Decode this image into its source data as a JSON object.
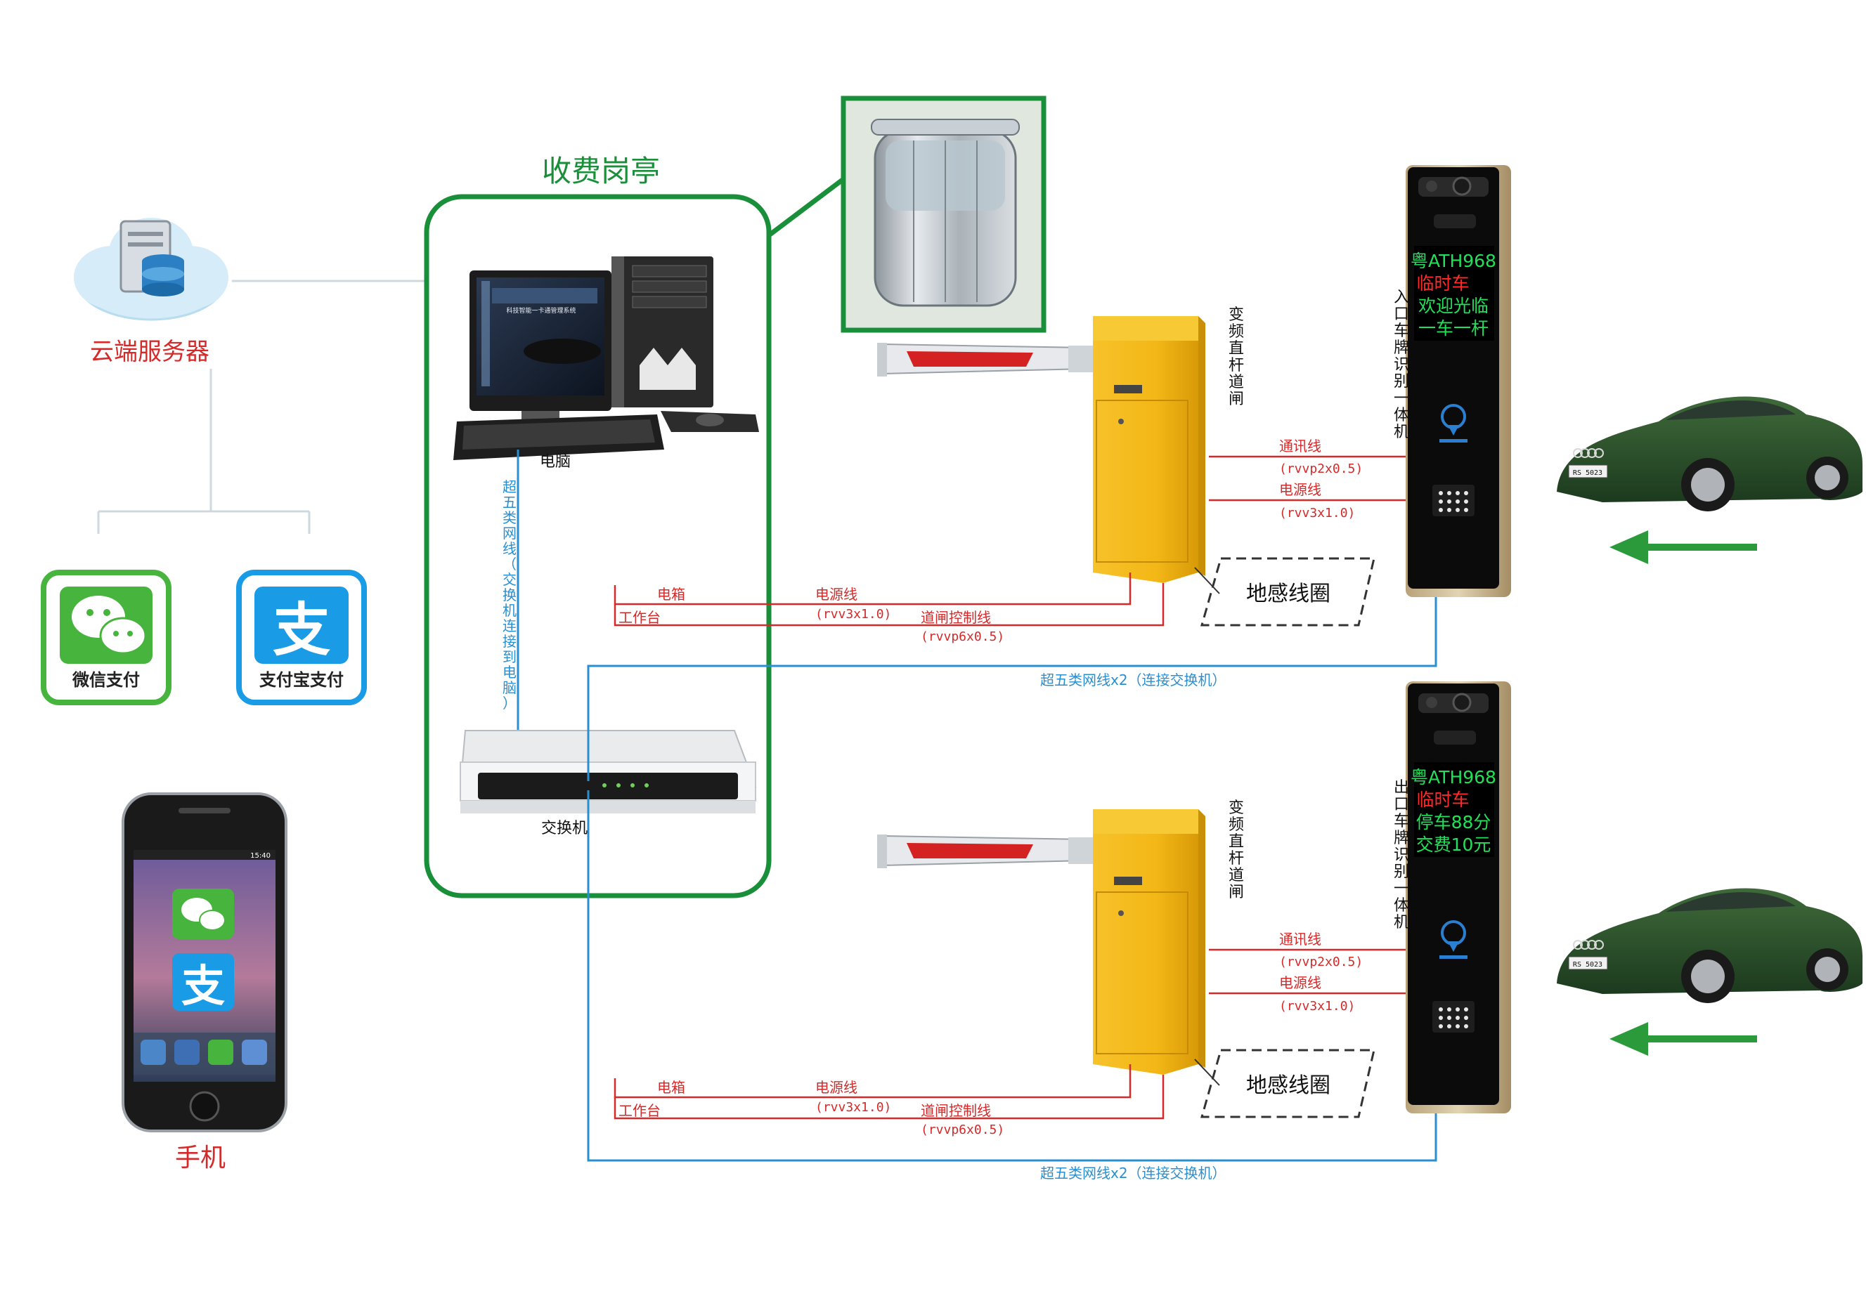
{
  "colors": {
    "green": "#1a8f3a",
    "red": "#d42a2a",
    "blue": "#2a8fd0",
    "barrier_yellow": "#f3b716",
    "display_green": "#22e05a",
    "display_red": "#ff2a2a"
  },
  "booth": {
    "title": "收费岗亭"
  },
  "cloud": {
    "label": "云端服务器",
    "icon": "cloud-server-icon"
  },
  "payments": {
    "wechat": "微信支付",
    "alipay": "支付宝支付",
    "alipay_glyph": "支"
  },
  "phone": {
    "label": "手机",
    "status_time": "15:40"
  },
  "computer": {
    "label": "电脑",
    "screen_text": "科技智能一卡通管理系统"
  },
  "switch": {
    "label": "交换机",
    "cable_label": "超五类网线（交换机连接到电脑）"
  },
  "entry": {
    "barrier_label": "变频直杆道闸",
    "loop_label": "地感线圈",
    "device_label": "入口车牌识别一体机",
    "display": [
      "粤ATH968",
      "临时车",
      "欢迎光临",
      "一车一杆"
    ],
    "comm_line": "通讯线",
    "comm_spec": "(rvvp2x0.5)",
    "power_line": "电源线",
    "power_spec": "(rvv3x1.0)",
    "box": "电箱",
    "desk": "工作台",
    "power_line2": "电源线",
    "power_spec2": "(rvv3x1.0)",
    "ctrl_line": "道闸控制线",
    "ctrl_spec": "(rvvp6x0.5)",
    "network": "超五类网线x2（连接交换机）",
    "car_plate": "RS 5023"
  },
  "exit": {
    "barrier_label": "变频直杆道闸",
    "loop_label": "地感线圈",
    "device_label": "出口车牌识别一体机",
    "display": [
      "粤ATH968",
      "临时车",
      "停车88分",
      "交费10元"
    ],
    "comm_line": "通讯线",
    "comm_spec": "(rvvp2x0.5)",
    "power_line": "电源线",
    "power_spec": "(rvv3x1.0)",
    "box": "电箱",
    "desk": "工作台",
    "power_line2": "电源线",
    "power_spec2": "(rvv3x1.0)",
    "ctrl_line": "道闸控制线",
    "ctrl_spec": "(rvvp6x0.5)",
    "network": "超五类网线x2（连接交换机）",
    "car_plate": "RS 5023"
  }
}
